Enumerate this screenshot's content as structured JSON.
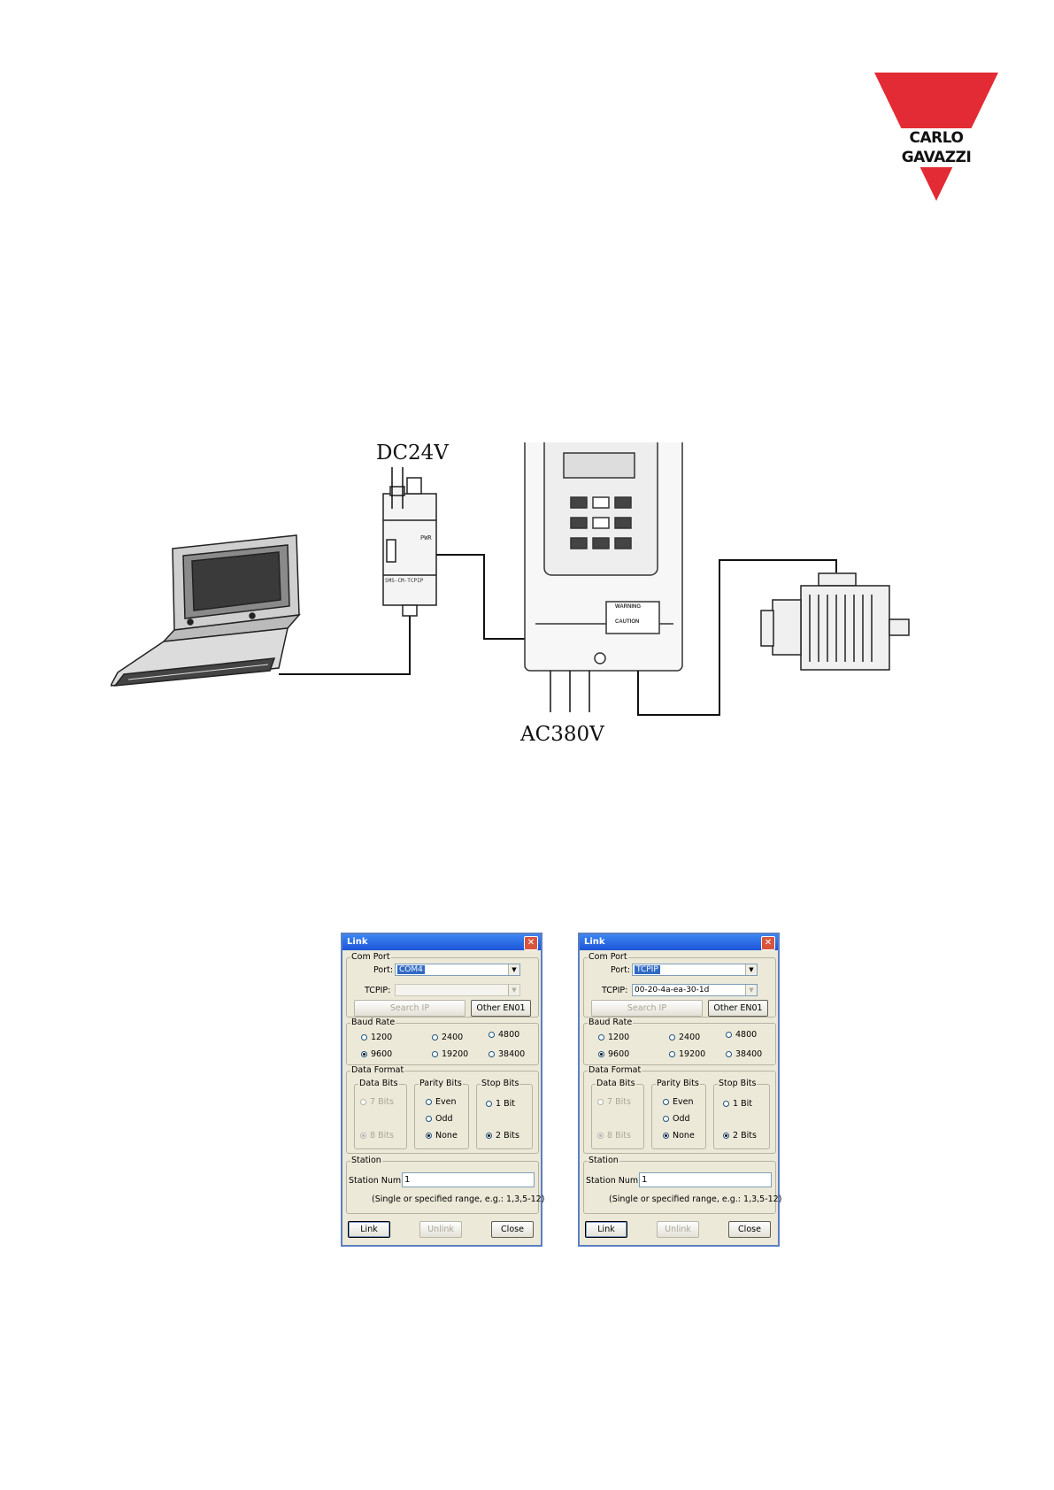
{
  "logo": {
    "text": "CARLO GAVAZZI",
    "color": "#e32b35"
  },
  "diagram": {
    "supply_dc_label": "DC24V",
    "supply_ac_label": "AC380V",
    "gateway_text": "SMS-CM-TCPIP",
    "gateway_led": "PWR",
    "drive_warning": "WARNING",
    "drive_caution": "CAUTION"
  },
  "dialogs": [
    {
      "title": "Link",
      "com_port_group": "Com Port",
      "port_label": "Port:",
      "port_value": "COM4",
      "tcpip_label": "TCPIP:",
      "tcpip_value": "",
      "tcpip_enabled": false,
      "search_ip": "Search IP",
      "other_en01": "Other EN01",
      "baud_group": "Baud Rate",
      "baud_options": [
        "1200",
        "2400",
        "4800",
        "9600",
        "19200",
        "38400"
      ],
      "baud_selected": "9600",
      "data_format_group": "Data Format",
      "data_bits_group": "Data Bits",
      "data_bits_options": [
        "7 Bits",
        "8 Bits"
      ],
      "data_bits_selected": "8 Bits",
      "parity_group": "Parity Bits",
      "parity_options": [
        "Even",
        "Odd",
        "None"
      ],
      "parity_selected": "None",
      "stop_group": "Stop Bits",
      "stop_options": [
        "1 Bit",
        "2 Bits"
      ],
      "stop_selected": "2 Bits",
      "station_group": "Station",
      "station_label": "Station Num:",
      "station_value": "1",
      "station_hint": "(Single or specified range, e.g.: 1,3,5-12)",
      "link_button": "Link",
      "unlink_button": "Unlink",
      "close_button": "Close"
    },
    {
      "title": "Link",
      "com_port_group": "Com Port",
      "port_label": "Port:",
      "port_value": "TCPIP",
      "tcpip_label": "TCPIP:",
      "tcpip_value": "00-20-4a-ea-30-1d",
      "tcpip_enabled": true,
      "search_ip": "Search IP",
      "other_en01": "Other EN01",
      "baud_group": "Baud Rate",
      "baud_options": [
        "1200",
        "2400",
        "4800",
        "9600",
        "19200",
        "38400"
      ],
      "baud_selected": "9600",
      "data_format_group": "Data Format",
      "data_bits_group": "Data Bits",
      "data_bits_options": [
        "7 Bits",
        "8 Bits"
      ],
      "data_bits_selected": "8 Bits",
      "parity_group": "Parity Bits",
      "parity_options": [
        "Even",
        "Odd",
        "None"
      ],
      "parity_selected": "None",
      "stop_group": "Stop Bits",
      "stop_options": [
        "1 Bit",
        "2 Bits"
      ],
      "stop_selected": "2 Bits",
      "station_group": "Station",
      "station_label": "Station Num:",
      "station_value": "1",
      "station_hint": "(Single or specified range, e.g.: 1,3,5-12)",
      "link_button": "Link",
      "unlink_button": "Unlink",
      "close_button": "Close"
    }
  ]
}
